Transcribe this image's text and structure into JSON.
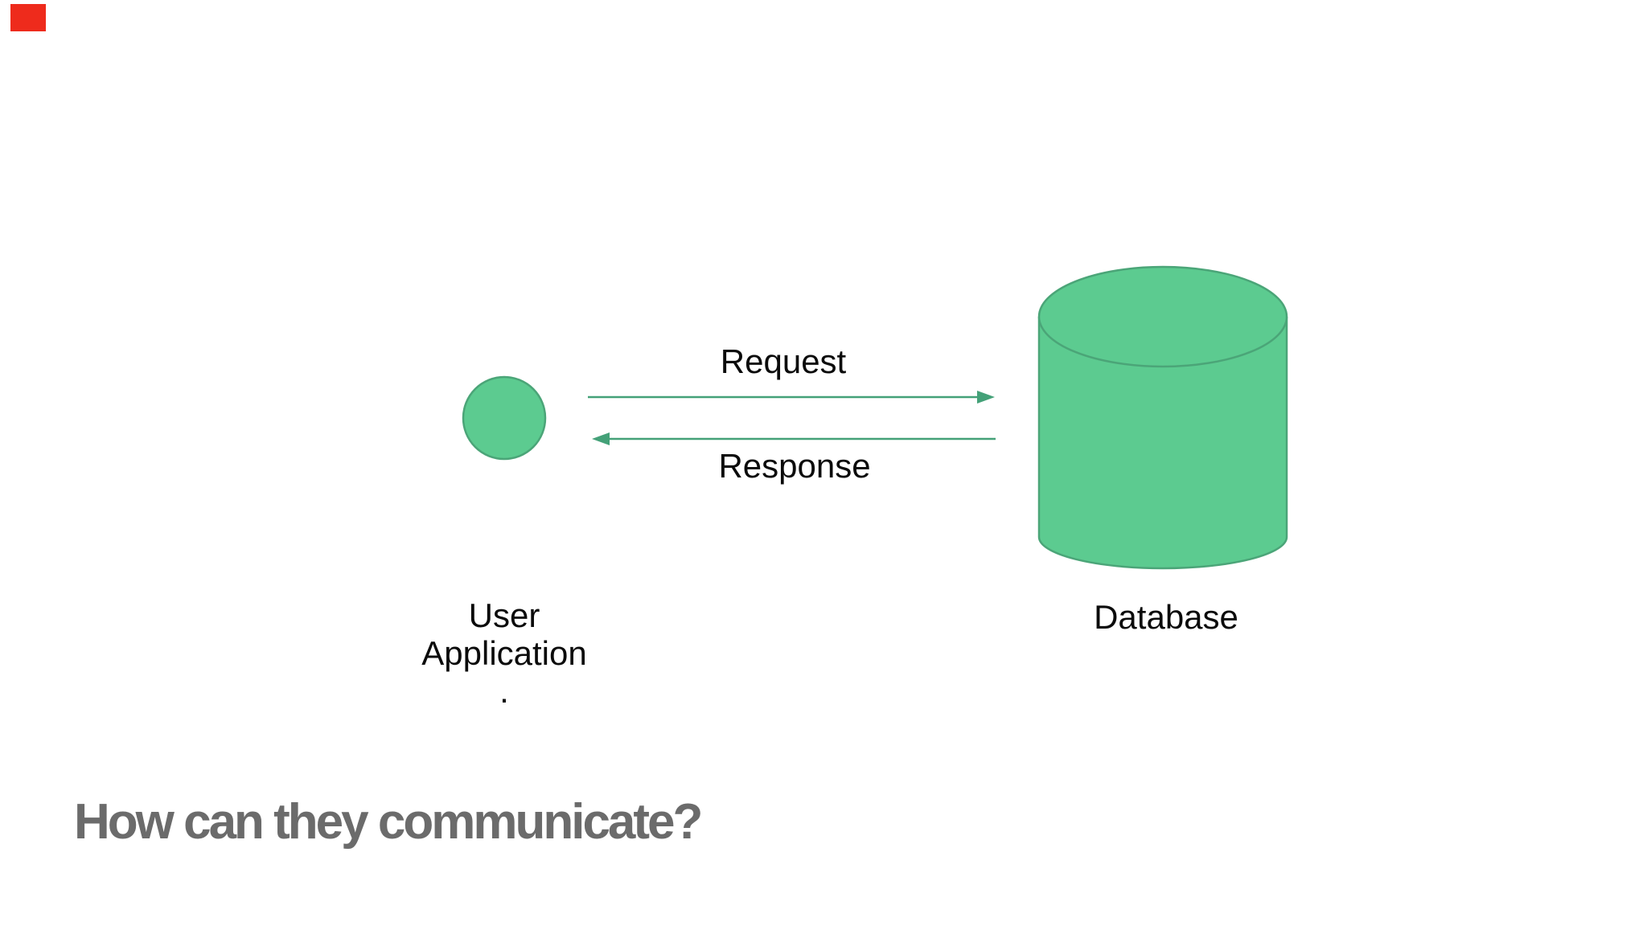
{
  "slide": {
    "title": {
      "text": "How can they communicate?",
      "color": "#6b6b6b"
    },
    "marker": {
      "color": "#ee2b1c"
    },
    "nodes": {
      "user_application": {
        "shape": "circle",
        "label_line1": "User",
        "label_line2": "Application",
        "label_line3": "."
      },
      "database": {
        "shape": "cylinder",
        "label": "Database"
      }
    },
    "arrows": {
      "request": {
        "label": "Request",
        "direction": "right"
      },
      "response": {
        "label": "Response",
        "direction": "left"
      }
    },
    "colors": {
      "background": "#ffffff",
      "shape_fill": "#5ccb90",
      "shape_stroke": "#4ba578",
      "arrow": "#44a178",
      "label_text": "#0b0b0b"
    }
  }
}
